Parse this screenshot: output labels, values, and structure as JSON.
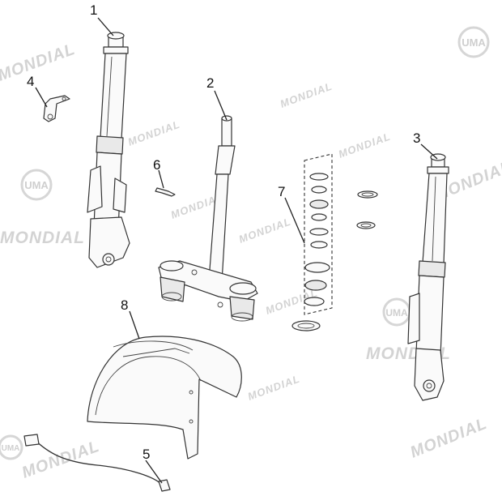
{
  "diagram": {
    "callouts": [
      "1",
      "2",
      "3",
      "4",
      "5",
      "6",
      "7",
      "8"
    ],
    "watermark_text": "MONDIAL",
    "watermark_logo_text": "UMA",
    "colors": {
      "line": "#333333",
      "watermark": "#d3d3d3",
      "background": "#ffffff"
    }
  }
}
